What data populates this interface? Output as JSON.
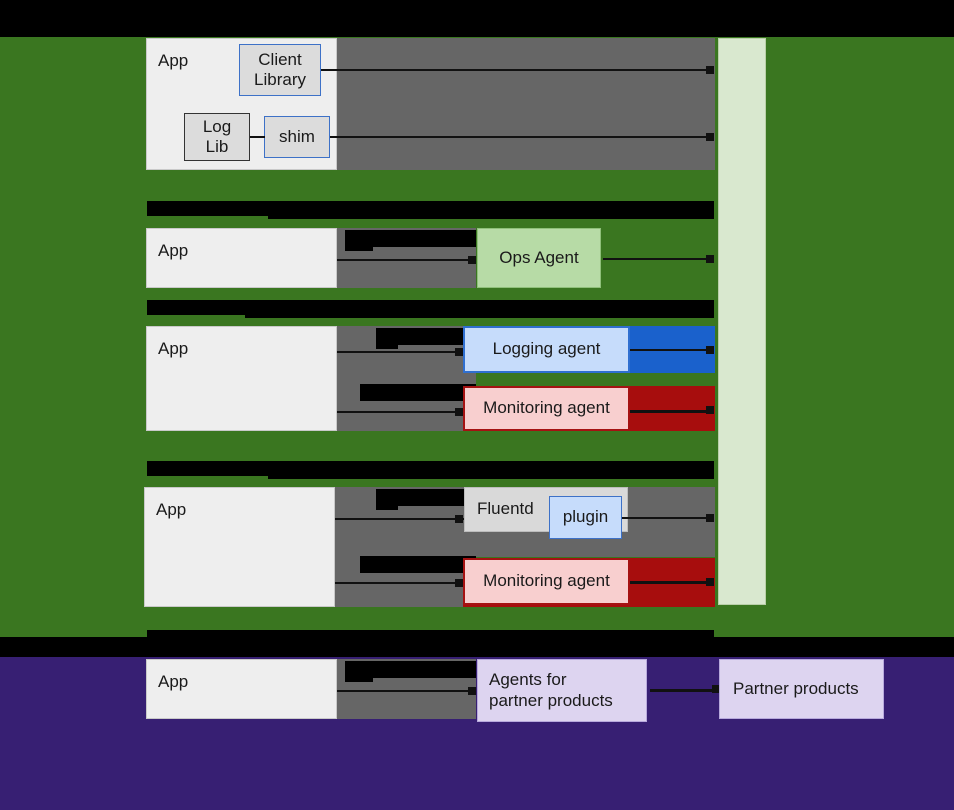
{
  "diagram": {
    "title_visible": false,
    "colors": {
      "green_band": "#3a7620",
      "purple_band": "#371f73",
      "black_band": "#000000",
      "app_box": "#eeeeee",
      "gray_block": "#666666",
      "light_green_panel": "#d9e8cf",
      "ops_agent": "#b7dba6",
      "logging_agent": "#c6dcfb",
      "logging_block": "#1a61cc",
      "monitoring_agent": "#f8cfcf",
      "monitoring_block": "#a70d0d",
      "fluentd": "#d9d9d9",
      "plugin": "#c6dcfb",
      "partner": "#ddd4f0",
      "blue_outline": "#3d71c7",
      "red_outline": "#a51212"
    },
    "rows": [
      {
        "id": "row-client-library",
        "app_label": "App",
        "boxes": [
          {
            "name": "client-library-box",
            "label": "Client\nLibrary"
          },
          {
            "name": "log-lib-box",
            "label": "Log\nLib"
          },
          {
            "name": "shim-box",
            "label": "shim"
          }
        ]
      },
      {
        "id": "row-ops-agent",
        "app_label": "App",
        "boxes": [
          {
            "name": "ops-agent-box",
            "label": "Ops Agent"
          }
        ]
      },
      {
        "id": "row-logging-monitoring",
        "app_label": "App",
        "boxes": [
          {
            "name": "logging-agent-box",
            "label": "Logging agent"
          },
          {
            "name": "monitoring-agent-box",
            "label": "Monitoring agent"
          }
        ]
      },
      {
        "id": "row-fluentd",
        "app_label": "App",
        "boxes": [
          {
            "name": "fluentd-box",
            "label": "Fluentd"
          },
          {
            "name": "plugin-box",
            "label": "plugin"
          },
          {
            "name": "monitoring-agent-box-2",
            "label": "Monitoring agent"
          }
        ]
      },
      {
        "id": "row-partner",
        "app_label": "App",
        "boxes": [
          {
            "name": "partner-agents-box",
            "label": "Agents for\npartner products"
          },
          {
            "name": "partner-products-box",
            "label": "Partner products"
          }
        ]
      }
    ],
    "redactions": [
      {
        "name": "redaction-bar-section-2-upper"
      },
      {
        "name": "redaction-bar-section-2-lower"
      },
      {
        "name": "redaction-bar-section-3-upper"
      },
      {
        "name": "redaction-bar-section-3-lower"
      },
      {
        "name": "redaction-bar-section-4-upper"
      },
      {
        "name": "redaction-bar-section-4-lower"
      },
      {
        "name": "redaction-bar-section-5"
      },
      {
        "name": "redaction-label-ops-pipe"
      },
      {
        "name": "redaction-label-logging-pipe"
      },
      {
        "name": "redaction-label-monitoring-pipe"
      },
      {
        "name": "redaction-label-fluentd-pipe"
      },
      {
        "name": "redaction-label-fluentd-monitoring-pipe"
      },
      {
        "name": "redaction-label-partner-pipe"
      }
    ]
  }
}
